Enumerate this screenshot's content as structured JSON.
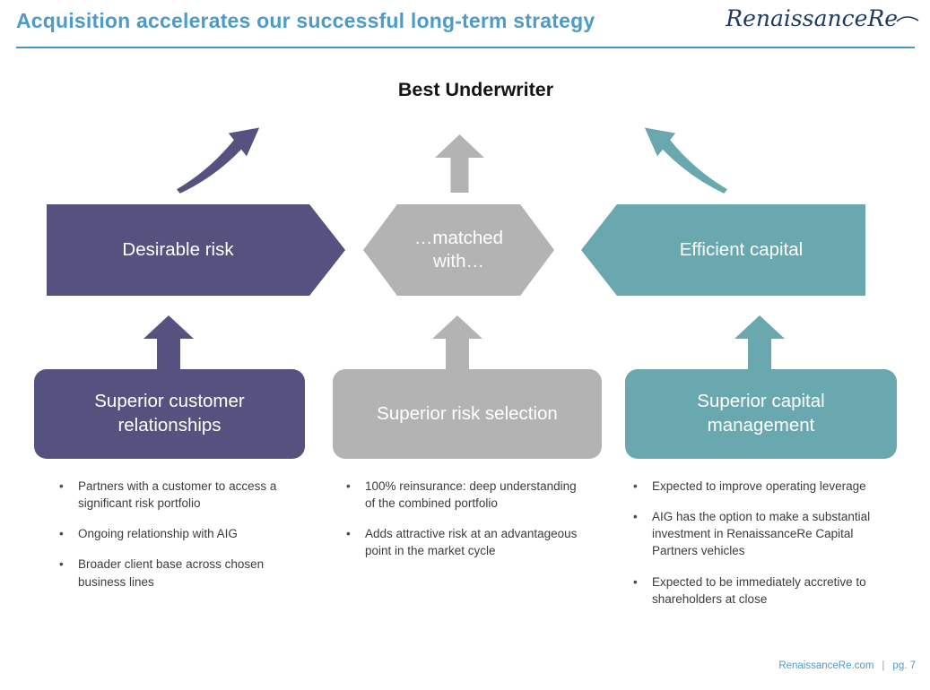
{
  "slide": {
    "title": "Acquisition accelerates our successful long-term strategy",
    "logo_text": "RenaissanceRe",
    "heading": "Best Underwriter",
    "footer": {
      "site": "RenaissanceRe.com",
      "separator": "|",
      "page": "pg. 7"
    }
  },
  "ui": {
    "bullet_char": "•"
  },
  "icons": {
    "up_right_arrow": "curved-arrow-up-right",
    "up_arrow": "block-arrow-up",
    "up_left_arrow": "curved-arrow-up-left"
  },
  "colors": {
    "purple": "#55527F",
    "gray": "#B3B3B3",
    "teal": "#69A8AE",
    "accent_blue": "#4E9BC7",
    "divider_blue": "#4A94BE",
    "logo_navy": "#1F3A60",
    "body_text": "#3C3C3C"
  },
  "flow": {
    "chevrons": [
      {
        "label": "Desirable risk"
      },
      {
        "label": "…matched with…"
      },
      {
        "label": "Efficient capital"
      }
    ]
  },
  "columns": [
    {
      "box_label": "Superior customer relationships",
      "bullets": [
        "Partners with a customer to access a significant risk portfolio",
        "Ongoing relationship with AIG",
        "Broader client base across chosen business lines"
      ]
    },
    {
      "box_label": "Superior risk selection",
      "bullets": [
        "100% reinsurance: deep understanding of the combined portfolio",
        "Adds attractive risk at an advantageous point in the market cycle"
      ]
    },
    {
      "box_label": "Superior capital management",
      "bullets": [
        "Expected to improve operating leverage",
        "AIG has the option to make a substantial investment in RenaissanceRe Capital Partners vehicles",
        "Expected to be immediately accretive to shareholders at close"
      ]
    }
  ]
}
